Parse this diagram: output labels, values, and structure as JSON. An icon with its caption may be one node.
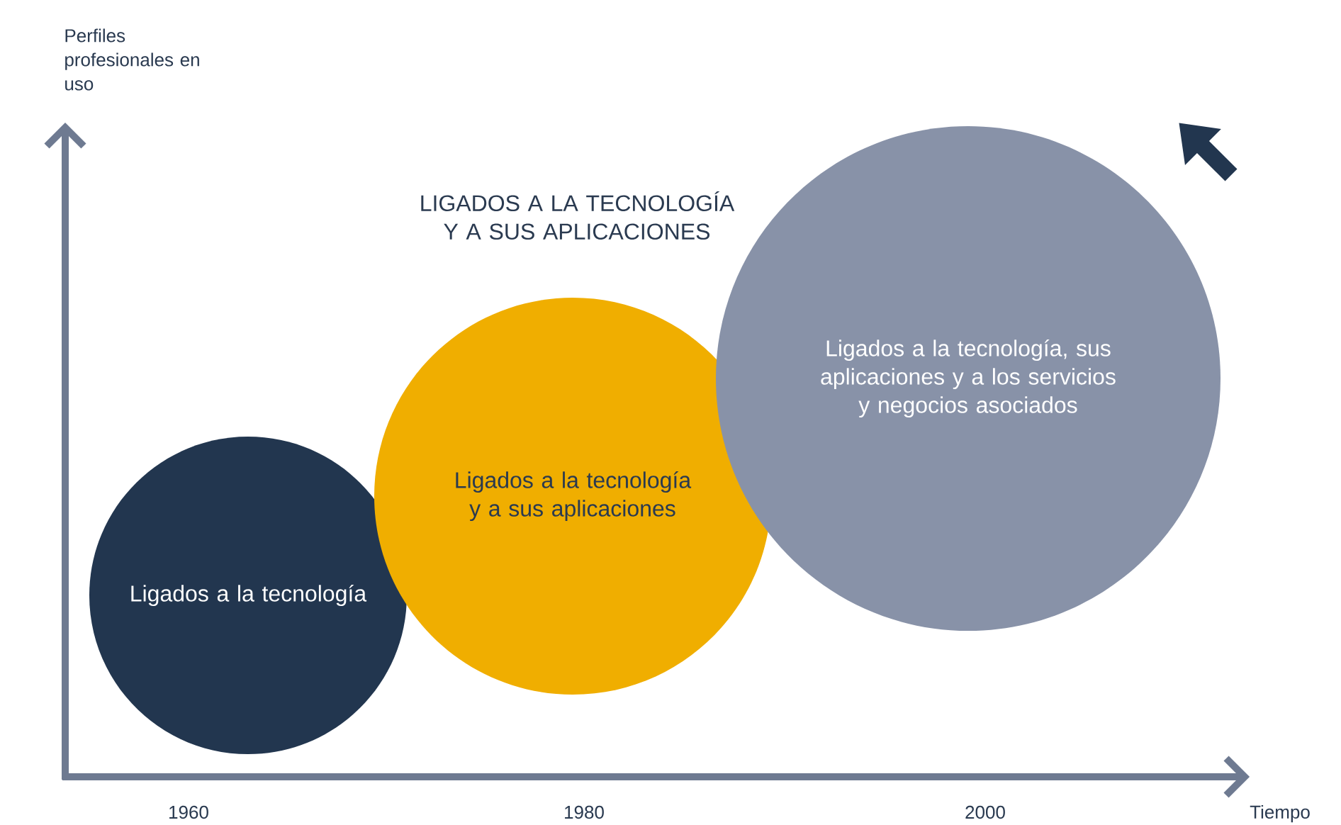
{
  "diagram": {
    "nodes": [
      {
        "text": [
          "Ligados a la tecnología"
        ]
      },
      {
        "text": [
          "Ligados a la tecnología y a sus aplicaciones"
        ]
      },
      {
        "text": [
          "Ligados a la tecnología, sus aplicaciones y a los servicios y negocios asociados"
        ]
      }
    ],
    "labels": [
      "Perfiles profesionales en uso",
      "LIGADOS A LA TECNOLOGÍA Y A SUS APLICACIONES",
      "1960",
      "1980",
      "2000",
      "Tiempo"
    ]
  }
}
